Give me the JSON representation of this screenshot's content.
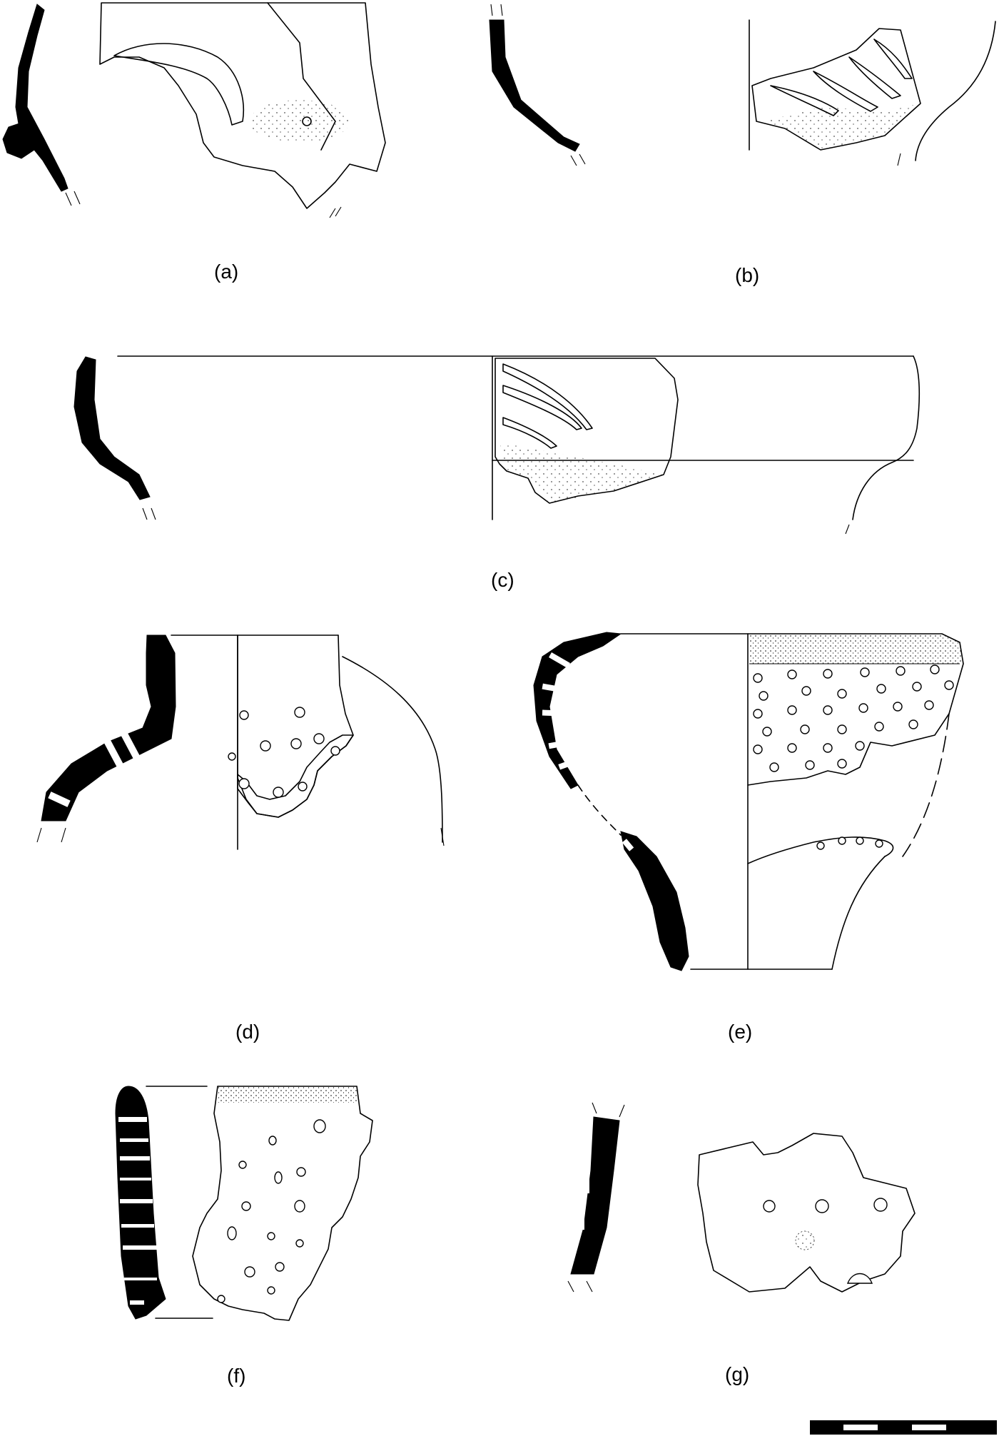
{
  "labels": {
    "a": "(a)",
    "b": "(b)",
    "c": "(c)",
    "d": "(d)",
    "e": "(e)",
    "f": "(f)",
    "g": "(g)"
  },
  "colors": {
    "ink": "#000000",
    "paper": "#ffffff"
  }
}
